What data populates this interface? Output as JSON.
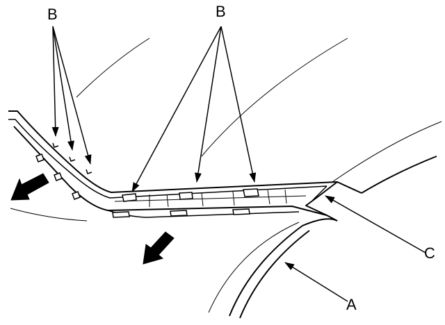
{
  "labels": {
    "b_left": "B",
    "b_right": "B",
    "c": "C",
    "a": "A"
  },
  "colors": {
    "line": "#000000",
    "background": "#ffffff",
    "arrow_fill": "#000000"
  }
}
